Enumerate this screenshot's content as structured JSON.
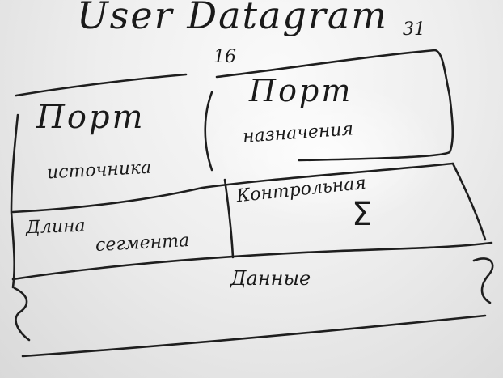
{
  "diagram": {
    "title": "User Datagram",
    "bit_labels": {
      "start_bit": "16",
      "end_bit": "31"
    },
    "fields": {
      "source_port": {
        "line1": "Порт",
        "line2": "источника"
      },
      "destination_port": {
        "line1": "Порт",
        "line2": "назначения"
      },
      "length": {
        "line1": "Длина",
        "line2": "сегмента"
      },
      "checksum": {
        "line1": "Контрольная",
        "symbol": "Σ"
      },
      "data": {
        "label": "Данные"
      }
    }
  }
}
